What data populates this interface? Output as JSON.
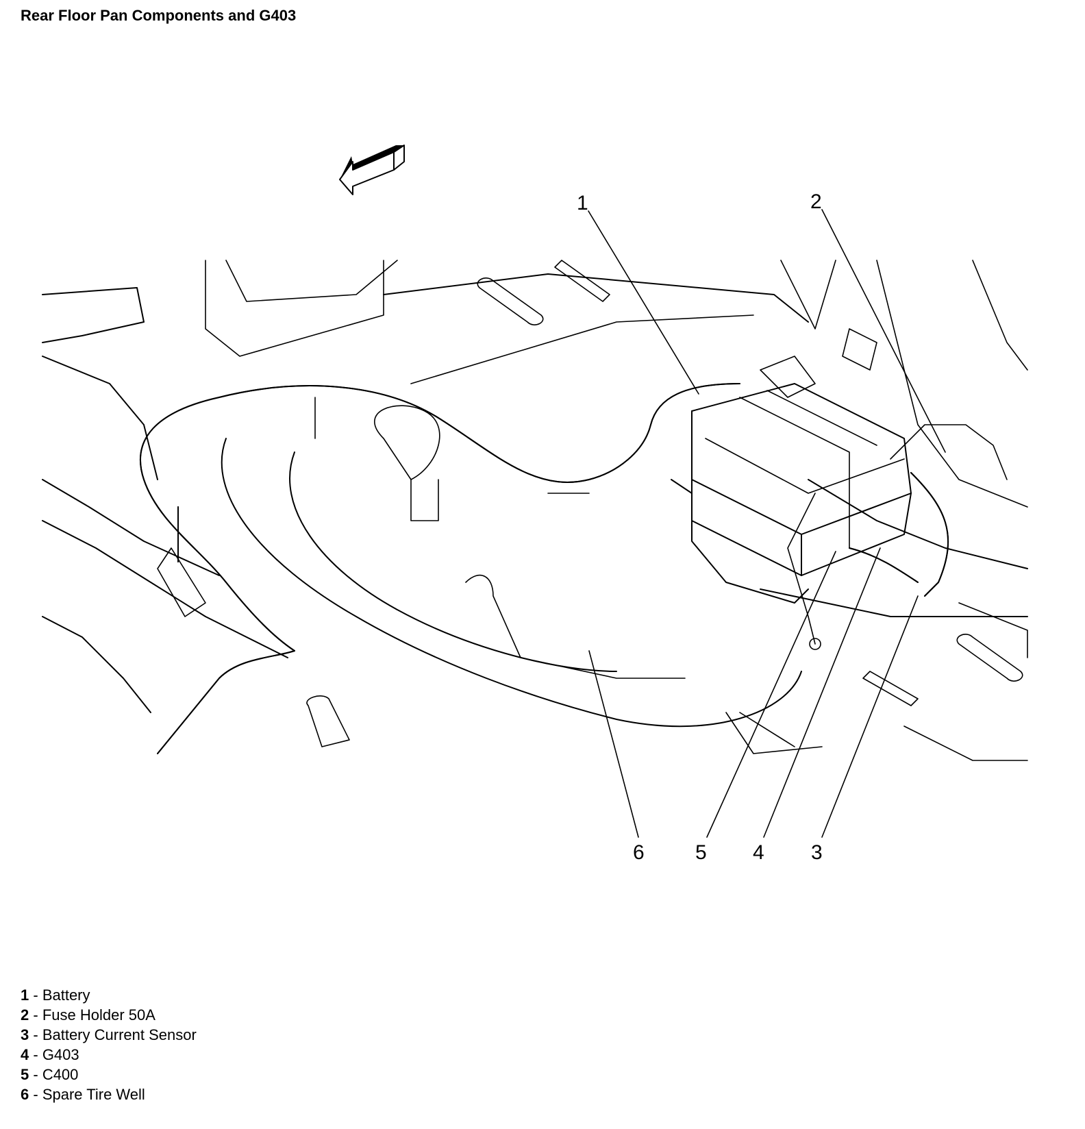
{
  "title": "Rear Floor Pan Components and G403",
  "callouts": [
    "1",
    "2",
    "3",
    "4",
    "5",
    "6"
  ],
  "legend": [
    {
      "num": "1",
      "sep": " - ",
      "text": "Battery"
    },
    {
      "num": "2",
      "sep": " - ",
      "text": "Fuse Holder 50A"
    },
    {
      "num": "3",
      "sep": " - ",
      "text": "Battery Current Sensor"
    },
    {
      "num": "4",
      "sep": " - ",
      "text": "G403"
    },
    {
      "num": "5",
      "sep": " - ",
      "text": "C400"
    },
    {
      "num": "6",
      "sep": " - ",
      "text": "Spare Tire Well"
    }
  ],
  "icons": {
    "direction": "forward-arrow-icon"
  }
}
